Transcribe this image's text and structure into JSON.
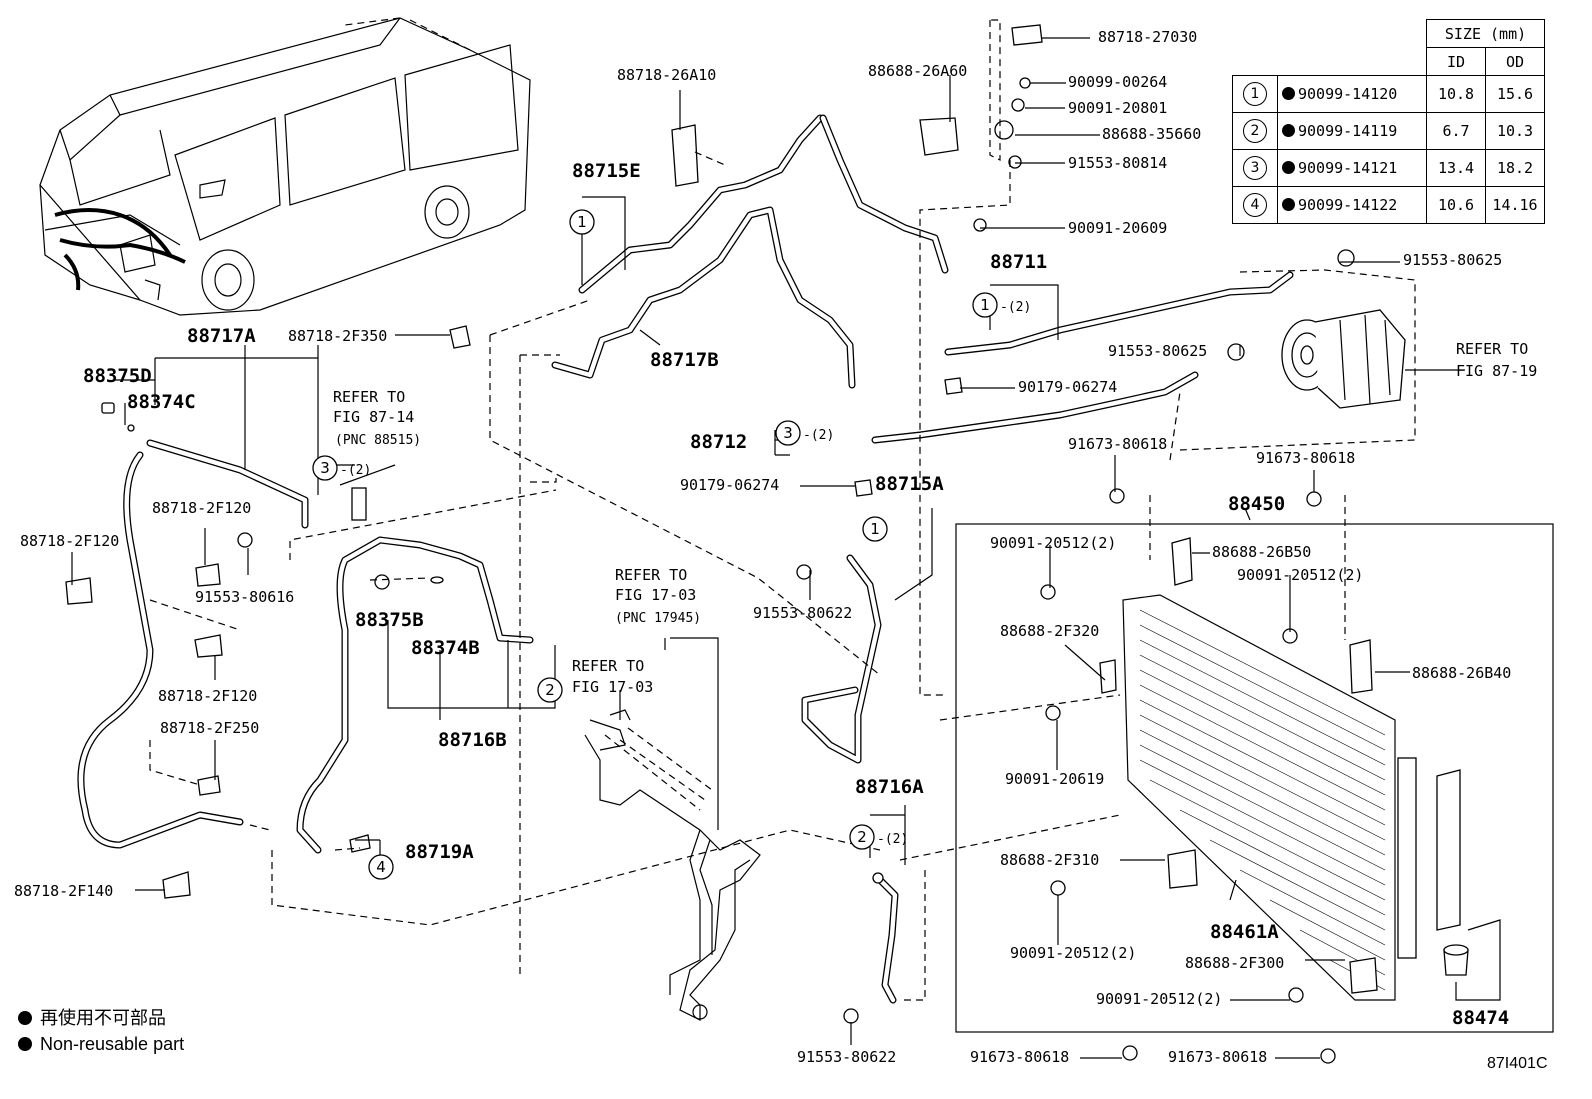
{
  "labels": {
    "p88717A": "88717A",
    "p88375D": "88375D",
    "p88374C": "88374C",
    "p88718_2F120_a": "88718-2F120",
    "p88718_2F120_b": "88718-2F120",
    "p88718_2F120_c": "88718-2F120",
    "p88718_2F250": "88718-2F250",
    "p88718_2F140": "88718-2F140",
    "p91553_80616": "91553-80616",
    "p88718_2F350": "88718-2F350",
    "p88715E": "88715E",
    "p88718_26A10": "88718-26A10",
    "p88717B": "88717B",
    "p88375B": "88375B",
    "p88374B": "88374B",
    "p88716B": "88716B",
    "p88719A": "88719A",
    "p88688_26A60": "88688-26A60",
    "p88718_27030": "88718-27030",
    "p90099_00264": "90099-00264",
    "p90091_20801": "90091-20801",
    "p88688_35660": "88688-35660",
    "p91553_80814": "91553-80814",
    "p90091_20609": "90091-20609",
    "p88711": "88711",
    "p91553_80625_a": "91553-80625",
    "p91553_80625_b": "91553-80625",
    "p90179_06274_a": "90179-06274",
    "p90179_06274_b": "90179-06274",
    "p88712": "88712",
    "p88715A": "88715A",
    "p91673_80618_a": "91673-80618",
    "p91673_80618_b": "91673-80618",
    "p91673_80618_c": "91673-80618",
    "p91673_80618_d": "91673-80618",
    "p91553_80622_a": "91553-80622",
    "p91553_80622_b": "91553-80622",
    "p88450": "88450",
    "p90091_20512_a": "90091-20512(2)",
    "p90091_20512_b": "90091-20512(2)",
    "p90091_20512_c": "90091-20512(2)",
    "p90091_20512_d": "90091-20512(2)",
    "p88688_26B50": "88688-26B50",
    "p88688_2F320": "88688-2F320",
    "p88688_26B40": "88688-26B40",
    "p90091_20619": "90091-20619",
    "p88716A": "88716A",
    "p88688_2F310": "88688-2F310",
    "p88461A": "88461A",
    "p88688_2F300": "88688-2F300",
    "p88474": "88474",
    "qty2": "-(2)"
  },
  "refs": {
    "r87_14_a": "REFER TO",
    "r87_14_b": "FIG 87-14",
    "r87_14_c": "(PNC 88515)",
    "r87_19_a": "REFER TO",
    "r87_19_b": "FIG 87-19",
    "r17_03a_a": "REFER TO",
    "r17_03a_b": "FIG 17-03",
    "r17_03a_c": "(PNC 17945)",
    "r17_03b_a": "REFER TO",
    "r17_03b_b": "FIG 17-03"
  },
  "circle_nums": [
    "1",
    "2",
    "3",
    "4"
  ],
  "size_table": {
    "header": "SIZE (mm)",
    "col_id": "ID",
    "col_od": "OD",
    "rows": [
      {
        "num": "1",
        "part": "90099-14120",
        "id": "10.8",
        "od": "15.6"
      },
      {
        "num": "2",
        "part": "90099-14119",
        "id": "6.7",
        "od": "10.3"
      },
      {
        "num": "3",
        "part": "90099-14121",
        "id": "13.4",
        "od": "18.2"
      },
      {
        "num": "4",
        "part": "90099-14122",
        "id": "10.6",
        "od": "14.16"
      }
    ]
  },
  "legend": {
    "jp": "再使用不可部品",
    "en": "Non-reusable part"
  },
  "figure_code": "87I401C"
}
